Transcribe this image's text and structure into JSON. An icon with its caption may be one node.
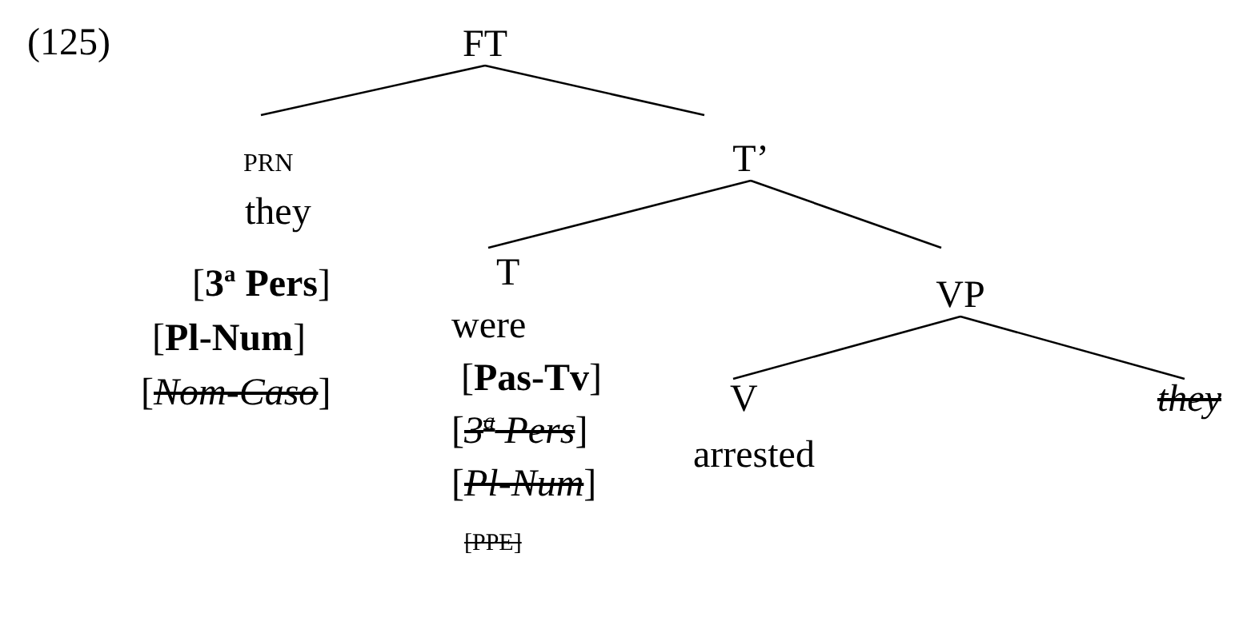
{
  "diagram": {
    "nodes": [
      {
        "text": [
          "FT"
        ]
      },
      {
        "text": [
          "PRN",
          "they",
          "[**3**$^{a}$ **Pers**]",
          "[**Pl-Num**]",
          "[*Nom-Caso*]"
        ]
      },
      {
        "text": [
          "T’"
        ]
      },
      {
        "text": [
          "T",
          "were",
          "[**Pas-Tv**]",
          "[*3$^{a}$ Pers*]",
          "[*Pl-Num*]",
          "[PPE]"
        ]
      },
      {
        "text": [
          "VP"
        ]
      },
      {
        "text": [
          "V",
          "arrested"
        ]
      },
      {
        "text": [
          "they"
        ]
      }
    ],
    "edges": [
      {
        "from": 0,
        "to": 1,
        "arrow": "none"
      },
      {
        "from": 0,
        "to": 2,
        "arrow": "none"
      },
      {
        "from": 2,
        "to": 3,
        "arrow": "none"
      },
      {
        "from": 2,
        "to": 4,
        "arrow": "none"
      },
      {
        "from": 4,
        "to": 5,
        "arrow": "none"
      },
      {
        "from": 4,
        "to": 6,
        "arrow": "none"
      }
    ],
    "labels": [
      "(125)"
    ]
  }
}
